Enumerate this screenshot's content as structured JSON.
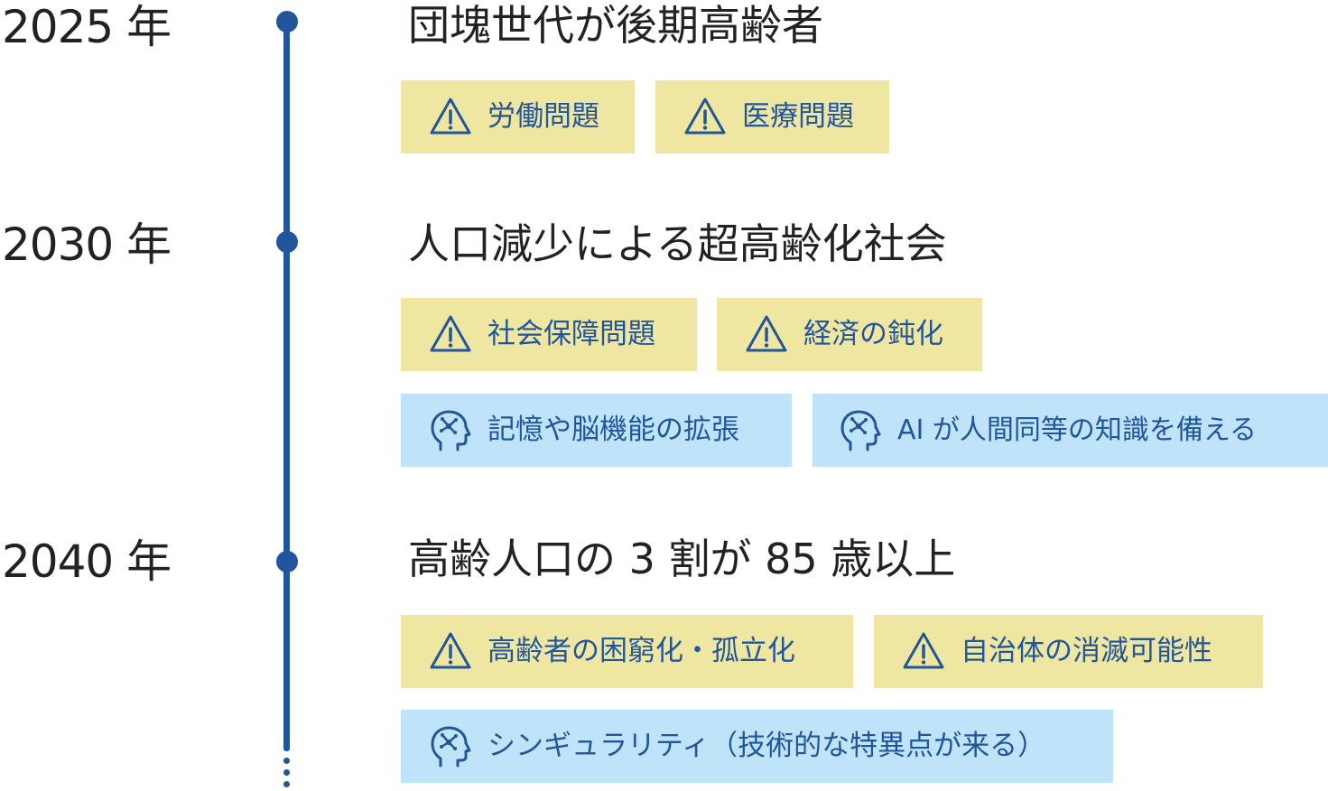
{
  "colors": {
    "axis": "#21569c",
    "warning_tag": "#efe6a1",
    "technology_tag": "#bfe3f8",
    "tag_text": "#21569c",
    "heading_text": "#222222"
  },
  "timeline": {
    "entries": [
      {
        "year": "2025 年",
        "heading": "団塊世代が後期高齢者",
        "tags": [
          {
            "icon": "warning-triangle-icon",
            "label": "労働問題"
          },
          {
            "icon": "warning-triangle-icon",
            "label": "医療問題"
          }
        ]
      },
      {
        "year": "2030 年",
        "heading": "人口減少による超高齢化社会",
        "tags": [
          {
            "icon": "warning-triangle-icon",
            "label": "社会保障問題"
          },
          {
            "icon": "warning-triangle-icon",
            "label": "経済の鈍化"
          },
          {
            "icon": "head-brain-icon",
            "label": "記憶や脳機能の拡張"
          },
          {
            "icon": "head-brain-icon",
            "label": "AI が人間同等の知識を備える"
          }
        ]
      },
      {
        "year": "2040 年",
        "heading": "高齢人口の 3 割が 85 歳以上",
        "tags": [
          {
            "icon": "warning-triangle-icon",
            "label": "高齢者の困窮化・孤立化"
          },
          {
            "icon": "warning-triangle-icon",
            "label": "自治体の消滅可能性"
          },
          {
            "icon": "head-brain-icon",
            "label": "シンギュラリティ（技術的な特異点が来る）"
          }
        ]
      }
    ]
  }
}
